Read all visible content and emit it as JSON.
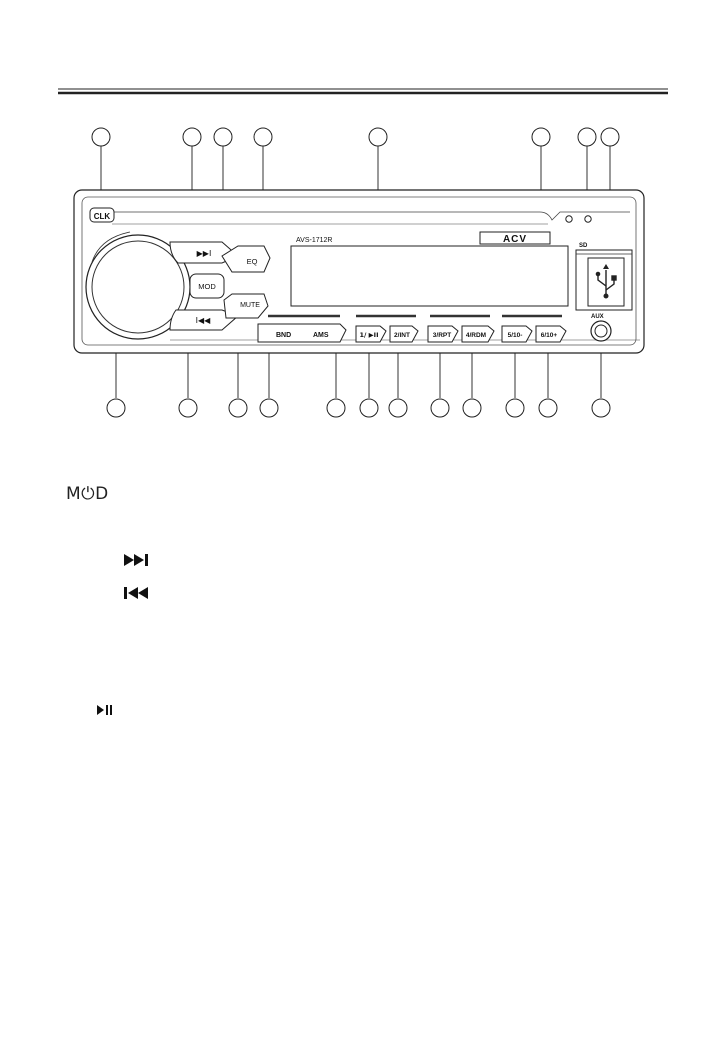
{
  "panel": {
    "model": "AVS-1712R",
    "brand": "ACV",
    "labels": {
      "clk": "CLK",
      "mod": "MOD",
      "eq": "EQ",
      "mute": "MUTE",
      "bnd": "BND",
      "ams": "AMS",
      "p1": "1/ ▶II",
      "p2": "2/INT",
      "p3": "3/RPT",
      "p4": "4/RDM",
      "p5": "5/10-",
      "p6": "6/10+",
      "sd": "SD",
      "aux": "AUX"
    }
  },
  "legend": {
    "mod": "M⏻D"
  },
  "icons": [
    "next-track-icon",
    "previous-track-icon",
    "play-pause-icon",
    "usb-icon",
    "power-icon"
  ]
}
